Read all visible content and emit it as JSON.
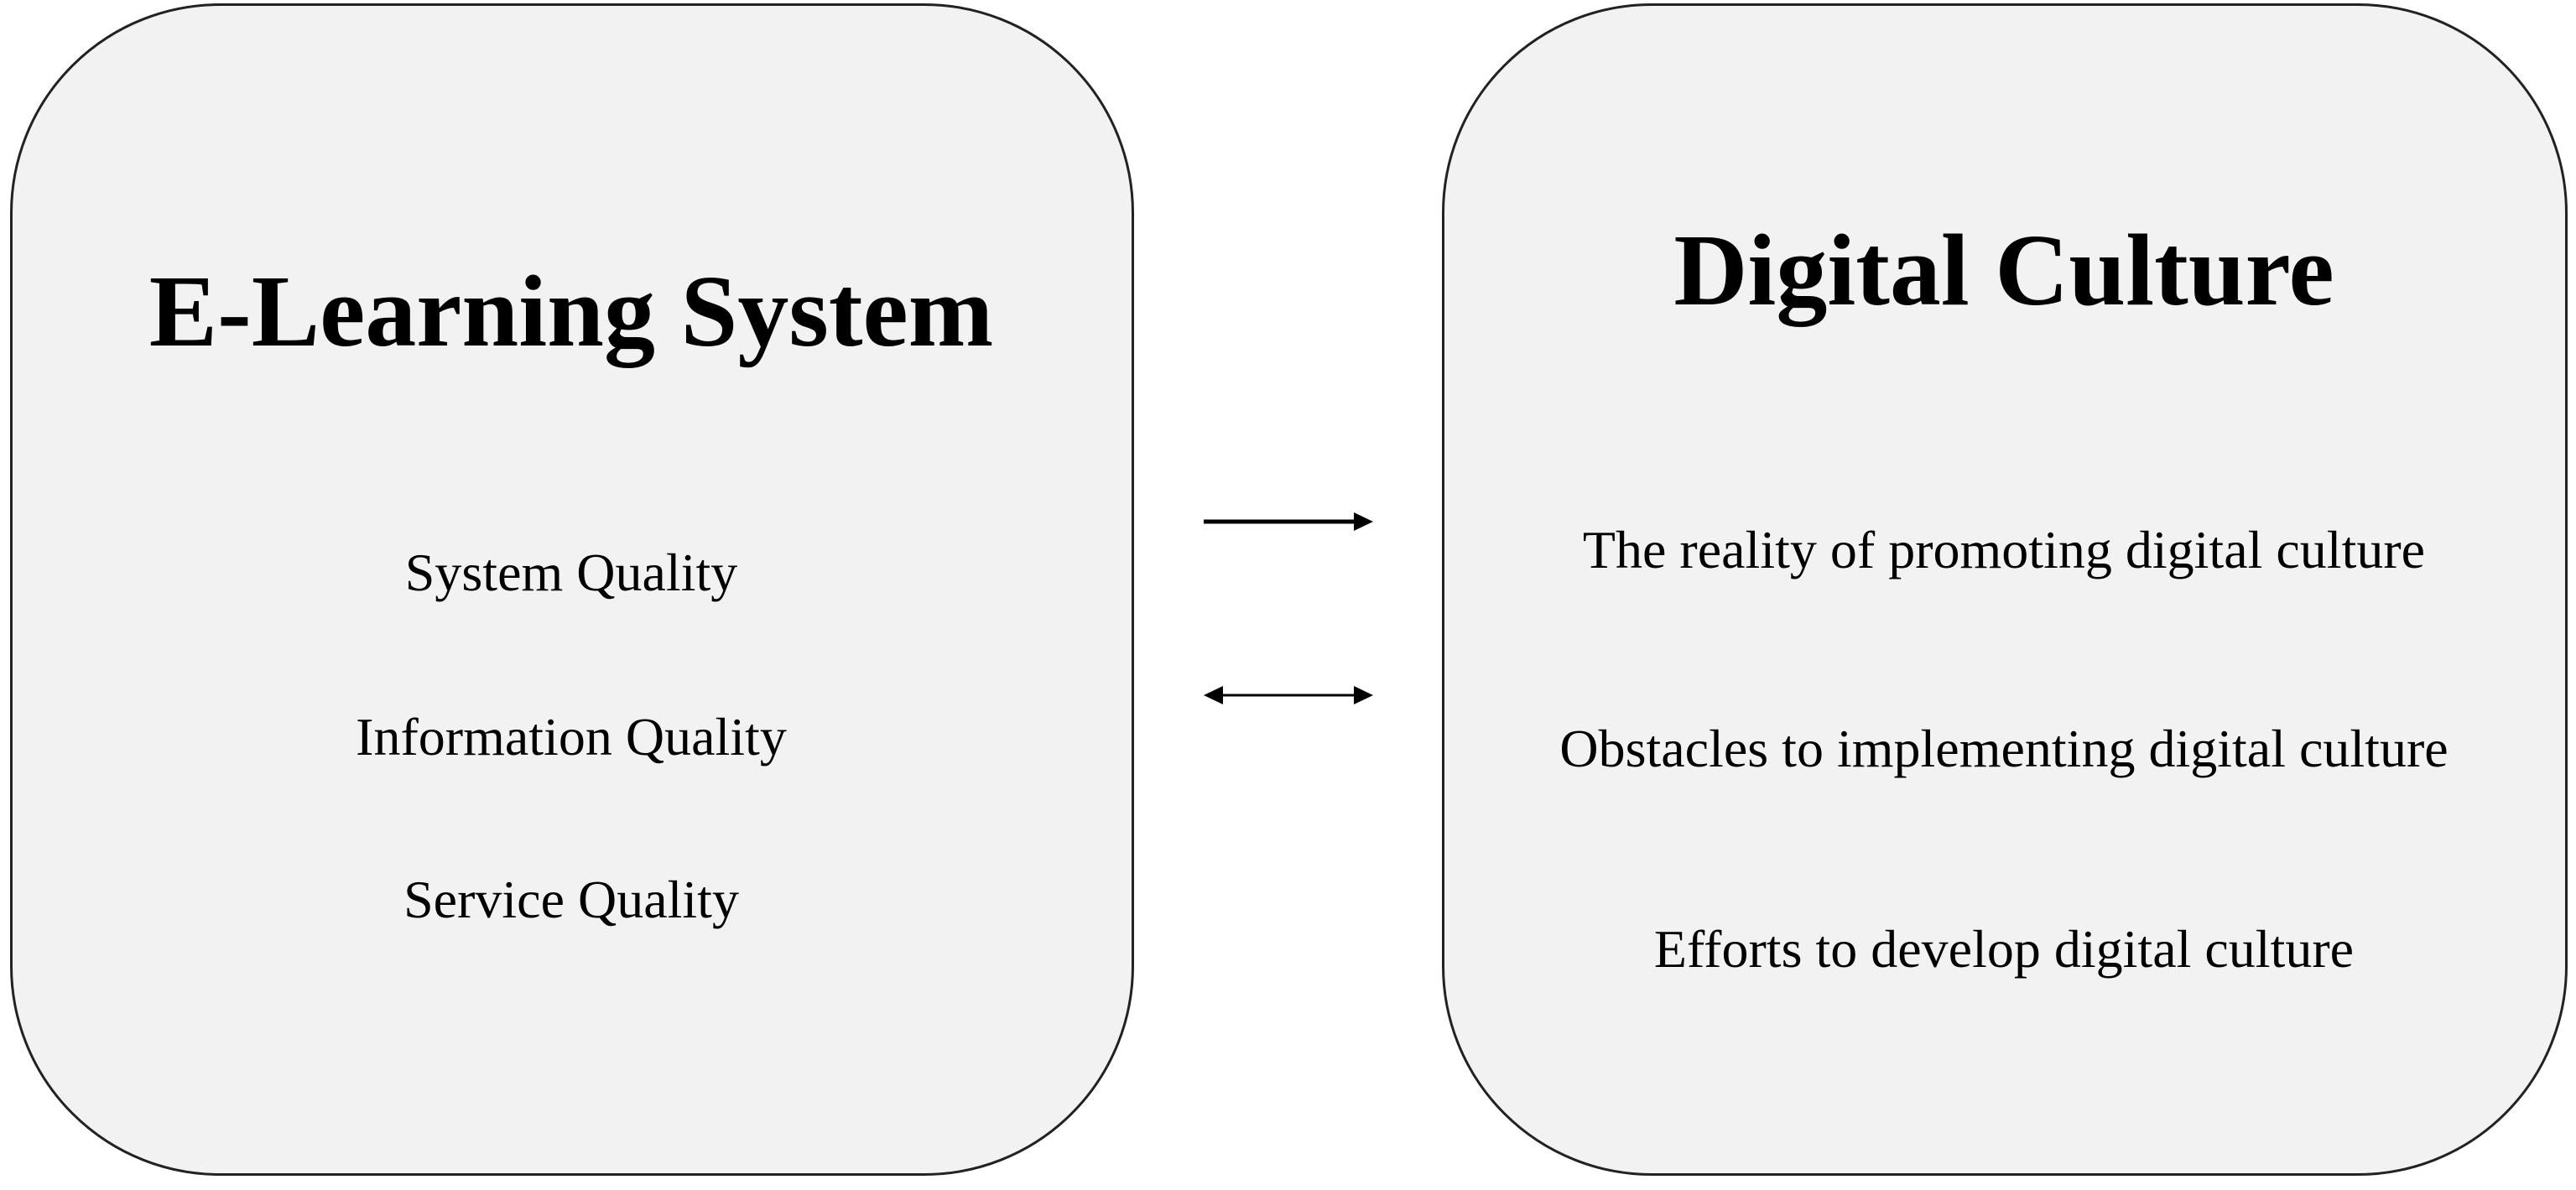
{
  "left": {
    "title": "E-Learning System",
    "items": [
      "System Quality",
      "Information Quality",
      "Service Quality"
    ]
  },
  "right": {
    "title": "Digital Culture",
    "items": [
      "The reality of promoting digital culture",
      "Obstacles to implementing digital culture",
      "Efforts to develop digital culture"
    ]
  },
  "arrows": [
    {
      "type": "one-way",
      "from": "left",
      "to": "right"
    },
    {
      "type": "two-way",
      "from": "left",
      "to": "right"
    }
  ]
}
